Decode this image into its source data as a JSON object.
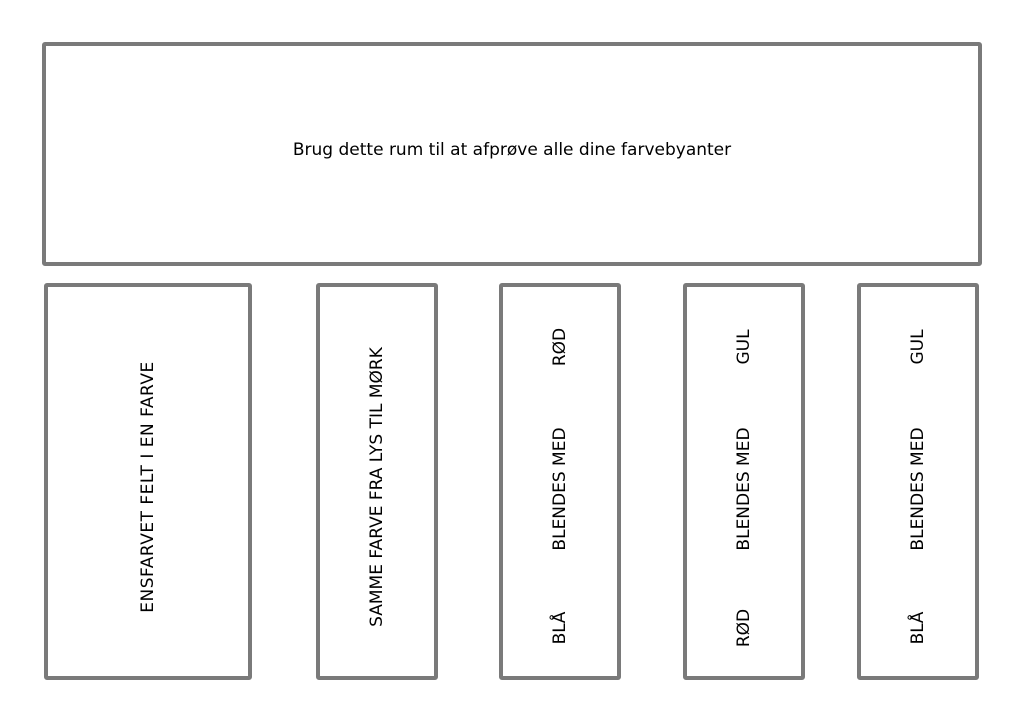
{
  "header": {
    "caption": "Brug dette rum til at afprøve alle dine farvebyanter"
  },
  "columns": [
    {
      "lines": [
        "ENSFARVET  FELT  I  EN  FARVE"
      ]
    },
    {
      "lines": [
        "SAMME  FARVE  FRA  LYS TIL MØRK"
      ]
    },
    {
      "top": "RØD",
      "middle": "BLENDES MED",
      "bottom": "BLÅ"
    },
    {
      "top": "GUL",
      "middle": "BLENDES MED",
      "bottom": "RØD"
    },
    {
      "top": "GUL",
      "middle": "BLENDES MED",
      "bottom": "BLÅ"
    }
  ],
  "colors": {
    "border": "#7a7a7a",
    "text": "#000000",
    "background": "#ffffff"
  }
}
